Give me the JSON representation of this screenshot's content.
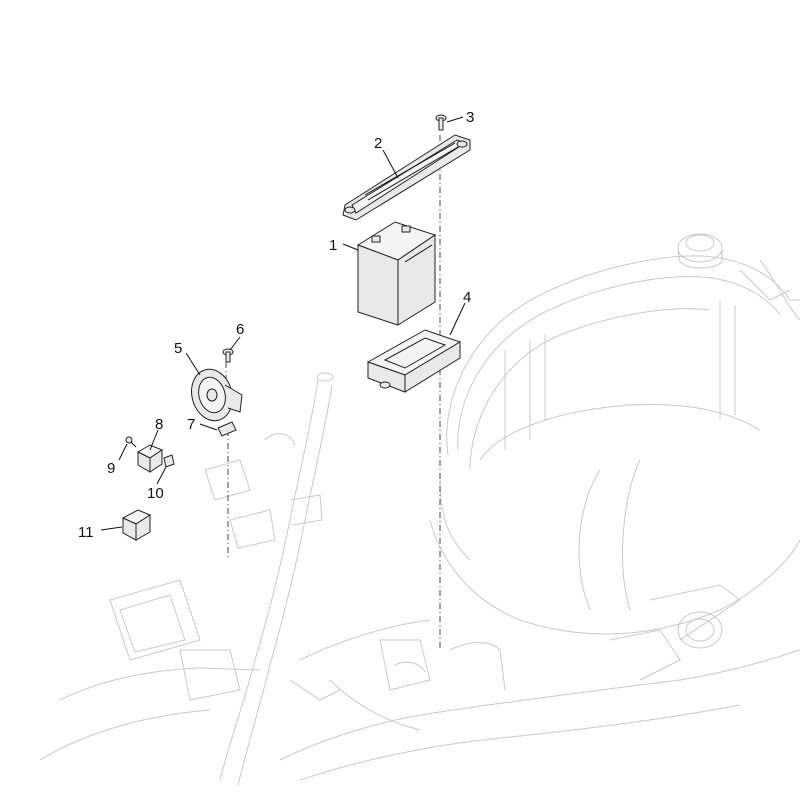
{
  "diagram": {
    "line_color": "#222222",
    "ghost_color": "#c9c9c9",
    "callouts": [
      {
        "id": "1",
        "label": "1"
      },
      {
        "id": "2",
        "label": "2"
      },
      {
        "id": "3",
        "label": "3"
      },
      {
        "id": "4",
        "label": "4"
      },
      {
        "id": "5",
        "label": "5"
      },
      {
        "id": "6",
        "label": "6"
      },
      {
        "id": "7",
        "label": "7"
      },
      {
        "id": "8",
        "label": "8"
      },
      {
        "id": "9",
        "label": "9"
      },
      {
        "id": "10",
        "label": "10"
      },
      {
        "id": "11",
        "label": "11"
      }
    ]
  }
}
